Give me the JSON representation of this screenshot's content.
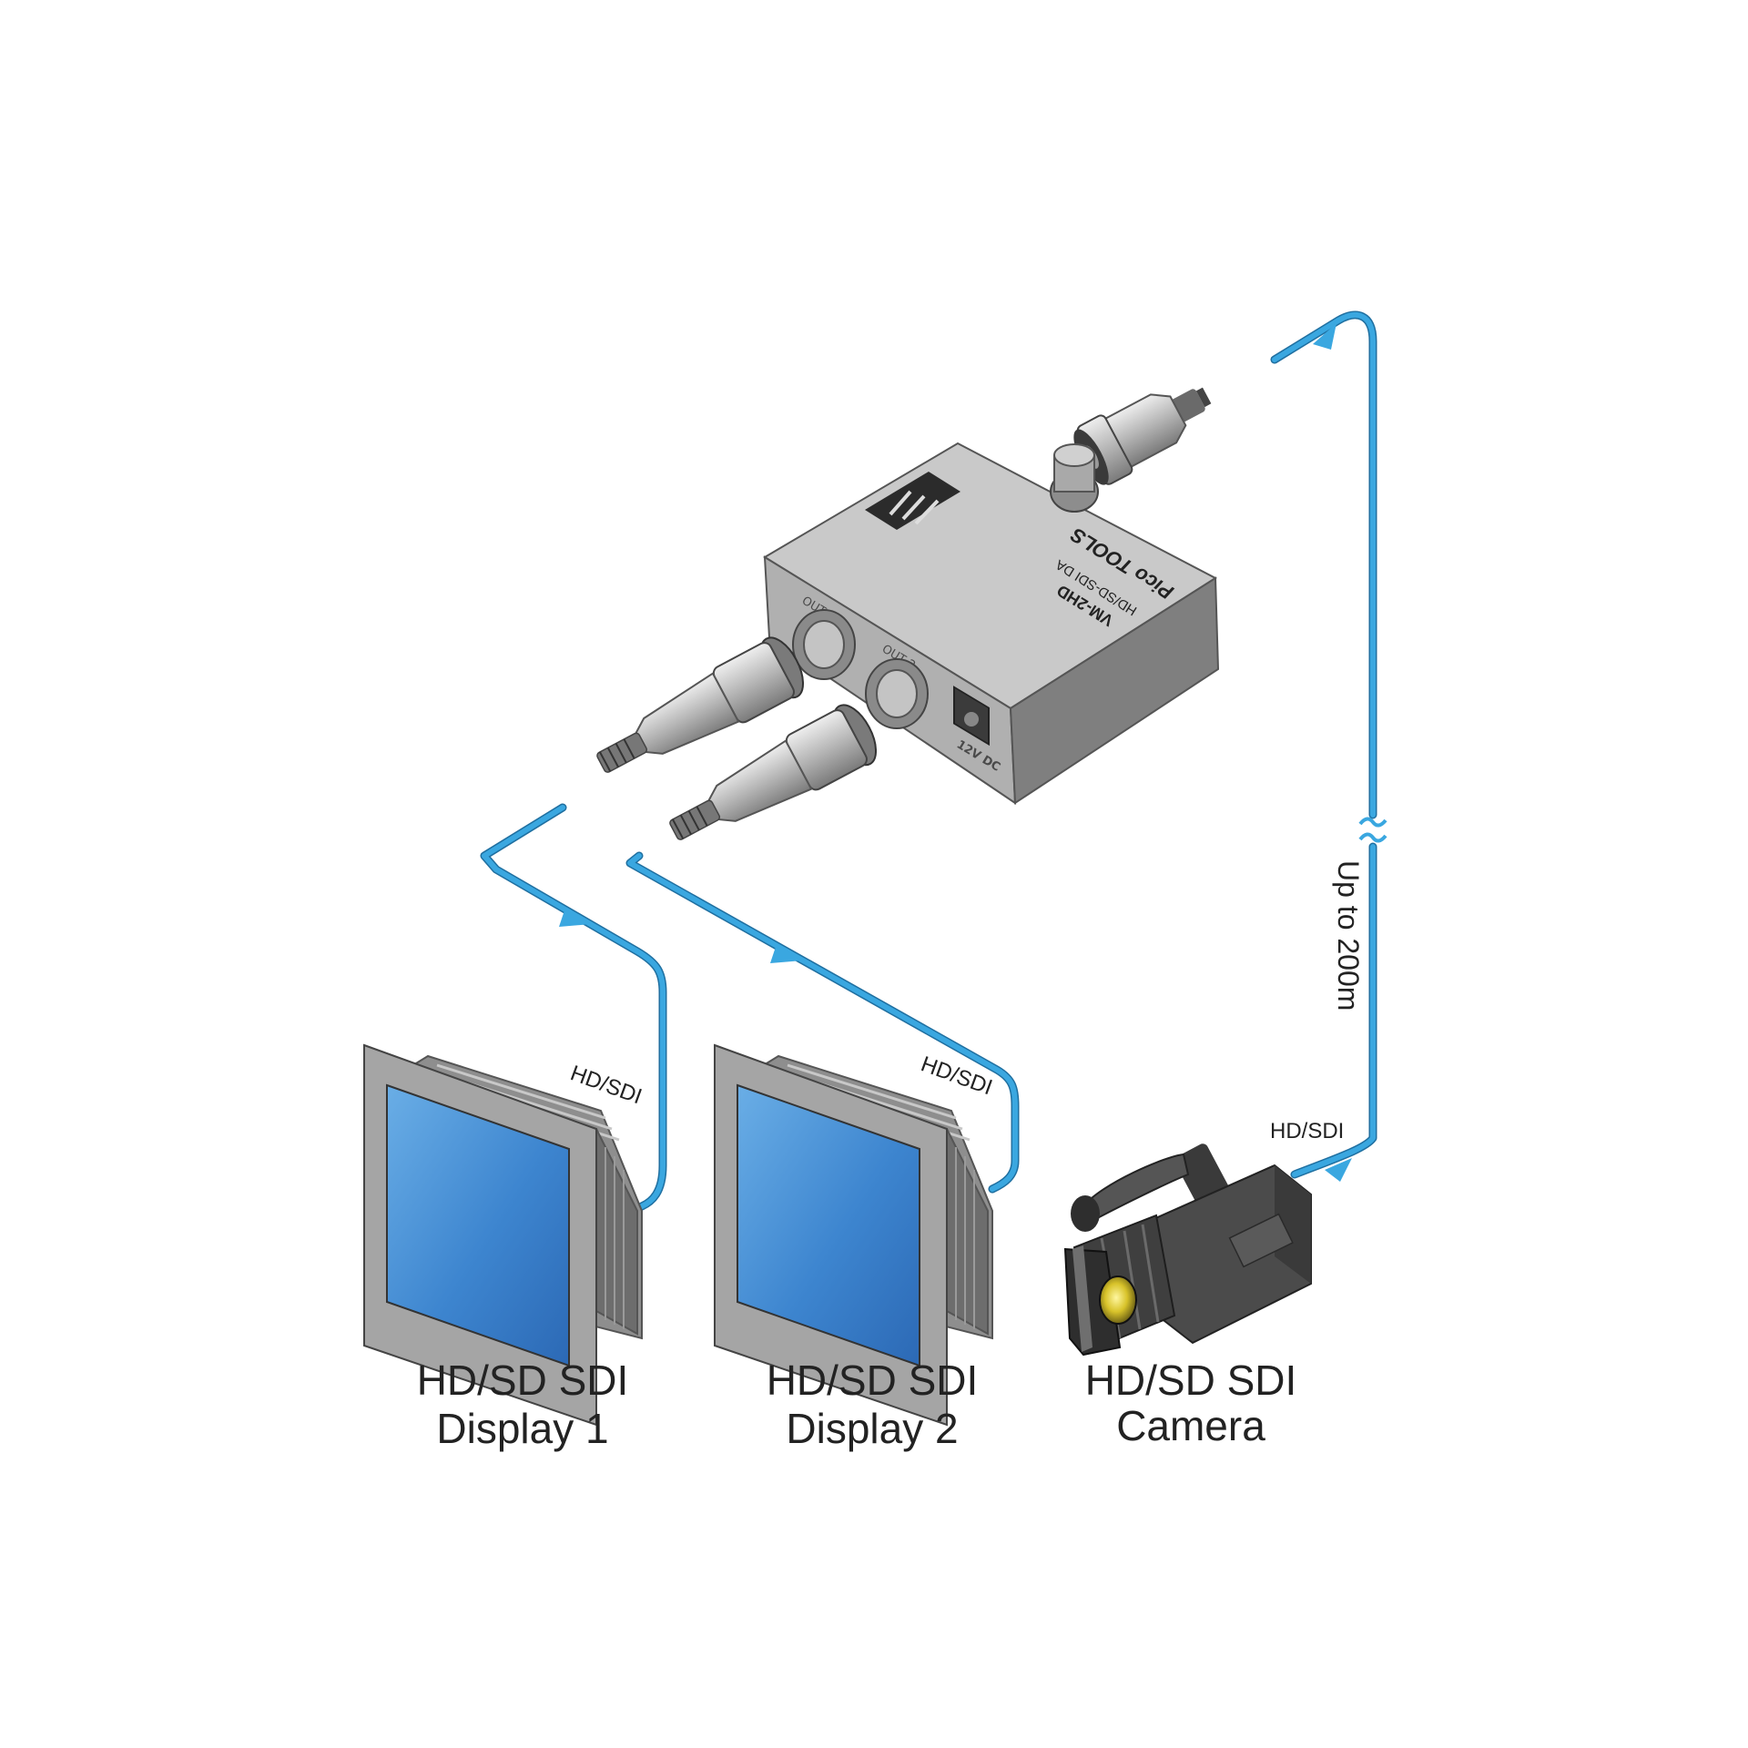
{
  "colors": {
    "cable": "#3aa7e0",
    "device_body": "#a6a6a6",
    "screen": "#3e86cf",
    "background": "#ffffff"
  },
  "device": {
    "model": "VM-2HD",
    "subtitle": "HD/SD-SDI DA",
    "brand": "Pico TOOLS",
    "port_out1": "OUT 1",
    "port_out2": "OUT 2",
    "power": "12V DC"
  },
  "labels": {
    "distance": "Up to 200m",
    "cable_display1": "HD/SDI",
    "cable_display2": "HD/SDI",
    "cable_camera": "HD/SDI"
  },
  "captions": {
    "display1_line1": "HD/SD SDI",
    "display1_line2": "Display 1",
    "display2_line1": "HD/SD SDI",
    "display2_line2": "Display 2",
    "camera_line1": "HD/SD SDI",
    "camera_line2": "Camera"
  },
  "icons": [
    "logo-icon",
    "bnc-connector-icon",
    "display-icon",
    "camera-icon",
    "flow-arrow-icon",
    "cable-break-icon"
  ]
}
